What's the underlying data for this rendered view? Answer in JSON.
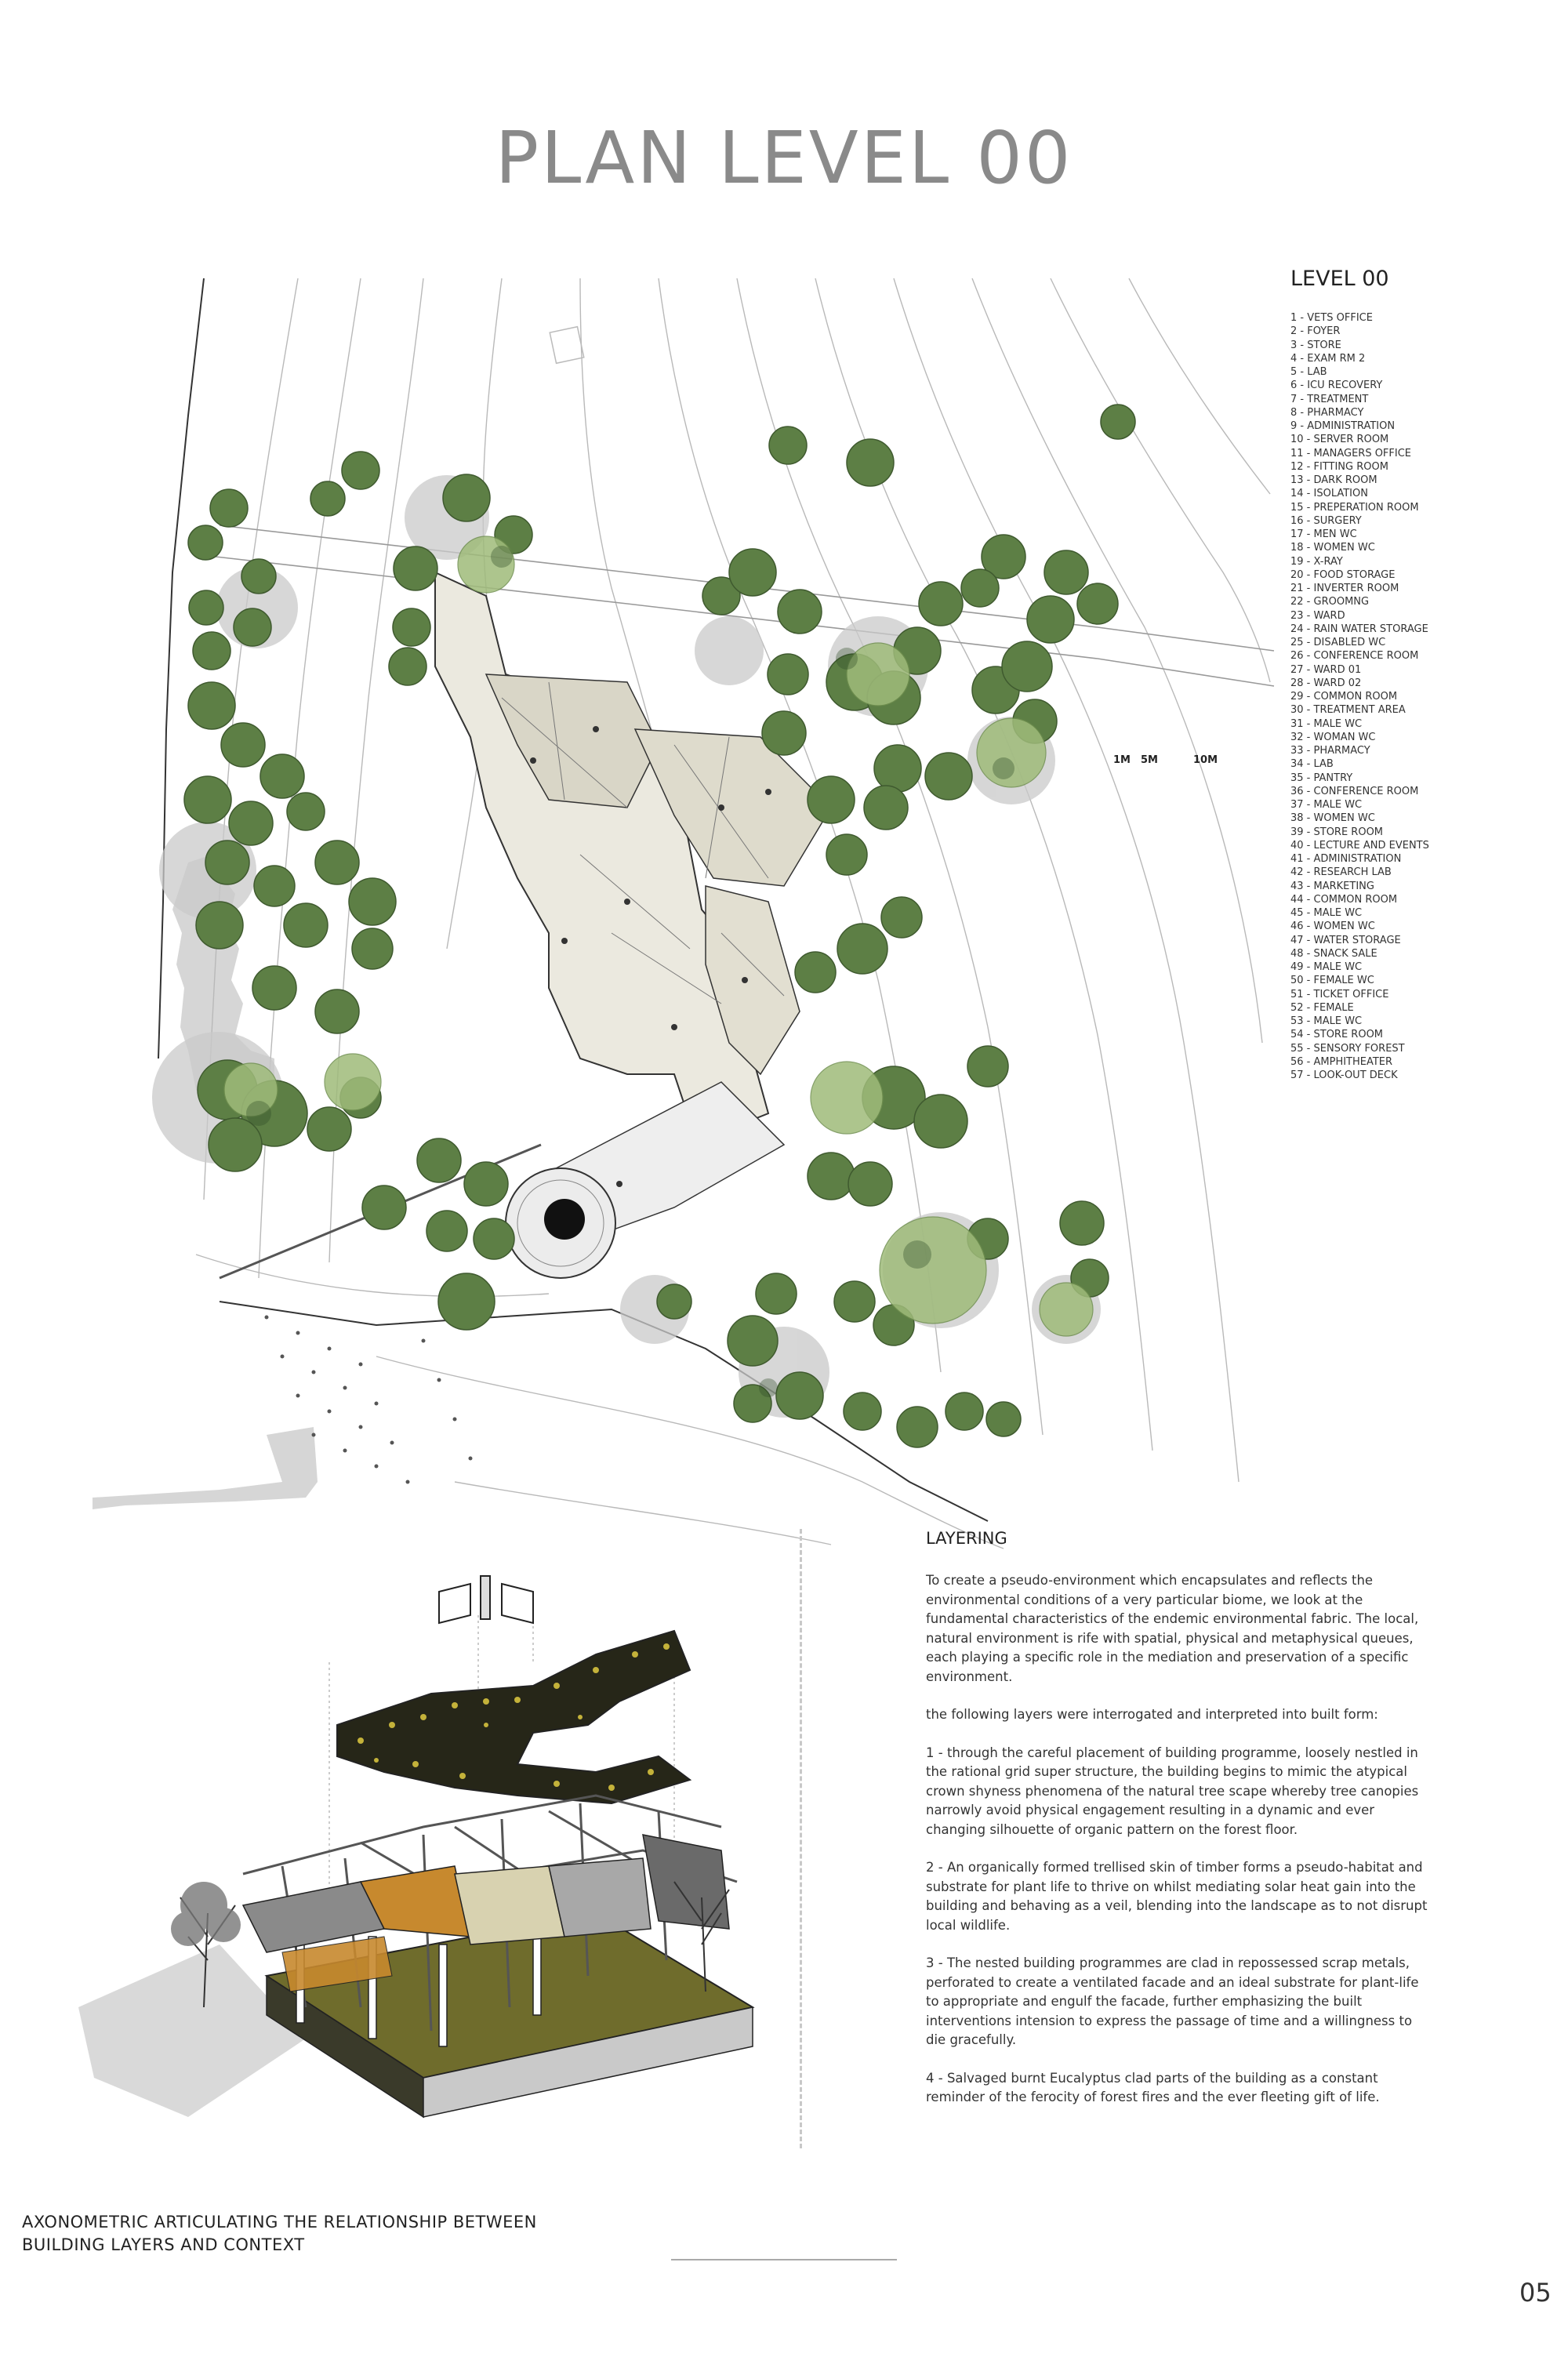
{
  "page_title": "PLAN LEVEL 00",
  "legend": {
    "title": "LEVEL 00",
    "items": [
      "1   - VETS OFFICE",
      "2   - FOYER",
      "3   - STORE",
      "4   - EXAM RM 2",
      "5   - LAB",
      "6   - ICU RECOVERY",
      "7   - TREATMENT",
      "8   - PHARMACY",
      "9   - ADMINISTRATION",
      "10 -  SERVER ROOM",
      "11  - MANAGERS OFFICE",
      "12  - FITTING ROOM",
      "13 - DARK ROOM",
      "14 - ISOLATION",
      "15 - PREPERATION ROOM",
      "16 - SURGERY",
      "17 - MEN WC",
      "18 - WOMEN WC",
      "19 - X-RAY",
      "20 - FOOD STORAGE",
      "21 - INVERTER ROOM",
      "22 - GROOMNG",
      "23 - WARD",
      "24 - RAIN WATER STORAGE",
      "25 - DISABLED WC",
      "26 - CONFERENCE ROOM",
      "27 - WARD 01",
      "28 - WARD 02",
      "29 - COMMON ROOM",
      "30 - TREATMENT AREA",
      "31  - MALE WC",
      "32 - WOMAN WC",
      "33 - PHARMACY",
      "34 - LAB",
      "35 - PANTRY",
      "36 - CONFERENCE ROOM",
      "37 - MALE WC",
      "38 - WOMEN WC",
      "39 - STORE ROOM",
      "40 - LECTURE AND EVENTS",
      "41 - ADMINISTRATION",
      "42 - RESEARCH LAB",
      "43 - MARKETING",
      "44 - COMMON ROOM",
      "45 - MALE WC",
      "46 - WOMEN WC",
      "47 - WATER STORAGE",
      "48 - SNACK SALE",
      "49 - MALE WC",
      "50 - FEMALE WC",
      "51 - TICKET OFFICE",
      "52 - FEMALE",
      "53 - MALE WC",
      "54 - STORE ROOM",
      "55 - SENSORY FOREST",
      "56 - AMPHITHEATER",
      "57 - LOOK-OUT DECK"
    ]
  },
  "scale_bar": {
    "labels": [
      "1M",
      "5M",
      "10M"
    ]
  },
  "layering": {
    "heading": "LAYERING",
    "paragraphs": [
      "To create a pseudo-environment which encapsulates and reflects the environmental conditions of a very particular biome, we look at the fundamental characteristics of the endemic environmental fabric. The local, natural environment is rife with spatial, physical and metaphysical queues, each playing a specific role in the mediation and preservation of a specific environment.",
      "the following layers were interrogated and interpreted into built form:",
      "1 - through the careful placement of building programme, loosely nestled in the rational grid super structure, the building begins to mimic the atypical crown shyness phenomena of the natural tree scape whereby tree canopies narrowly avoid physical engagement resulting in a dynamic and ever changing silhouette of organic pattern on the forest floor.",
      "2 - An organically formed trellised skin of timber forms a pseudo-habitat and substrate for plant life to thrive on whilst mediating solar heat gain into the building and behaving as a veil, blending into the landscape as to not disrupt local wildlife.",
      "3 - The nested building programmes are clad in repossessed scrap metals, perforated to create a ventilated facade and an ideal substrate for plant-life to appropriate and engulf the facade, further emphasizing the built interventions intension to express the passage of time and a willingness to die gracefully.",
      "4 - Salvaged burnt Eucalyptus clad parts of the building as a constant reminder of the ferocity of forest fires and the ever fleeting gift of life."
    ]
  },
  "caption": "AXONOMETRIC ARTICULATING THE RELATIONSHIP BETWEEN BUILDING LAYERS AND CONTEXT",
  "page_number": "05",
  "colors": {
    "title_grey": "#8a8a8a",
    "tree_green": "#5d7f45",
    "tree_light": "#9fbb7a",
    "ground_olive": "#6f6c2c",
    "timber_orange": "#c7892e"
  }
}
